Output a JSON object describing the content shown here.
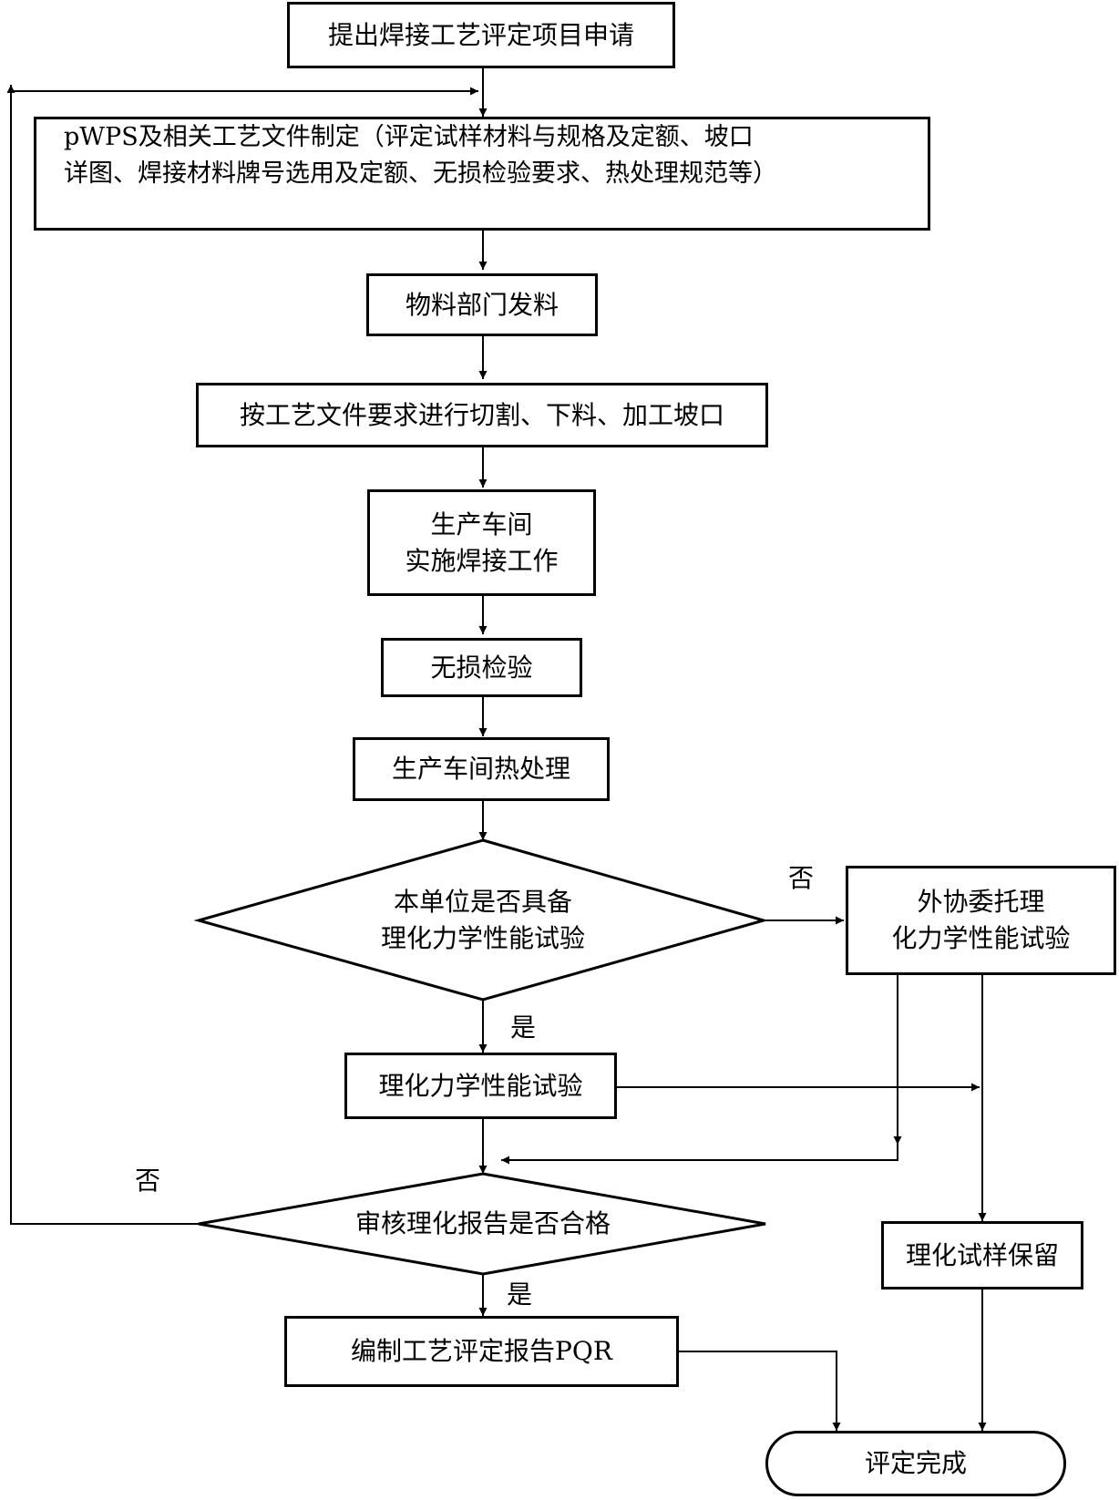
{
  "nodes": {
    "apply": "提出焊接工艺评定项目申请",
    "pwps_line1": "pWPS及相关工艺文件制定（评定试样材料与规格及定额、坡口",
    "pwps_line2": "详图、焊接材料牌号选用及定额、无损检验要求、热处理规范等）",
    "material": "物料部门发料",
    "cutting": "按工艺文件要求进行切割、下料、加工坡口",
    "weld_line1": "生产车间",
    "weld_line2": "实施焊接工作",
    "ndt": "无损检验",
    "heat": "生产车间热处理",
    "decision1_line1": "本单位是否具备",
    "decision1_line2": "理化力学性能试验",
    "outsource_line1": "外协委托理",
    "outsource_line2": "化力学性能试验",
    "test": "理化力学性能试验",
    "decision2": "审核理化报告是否合格",
    "keep": "理化试样保留",
    "pqr": "编制工艺评定报告PQR",
    "done": "评定完成"
  },
  "labels": {
    "no1": "否",
    "yes1": "是",
    "no2": "否",
    "yes2": "是"
  }
}
